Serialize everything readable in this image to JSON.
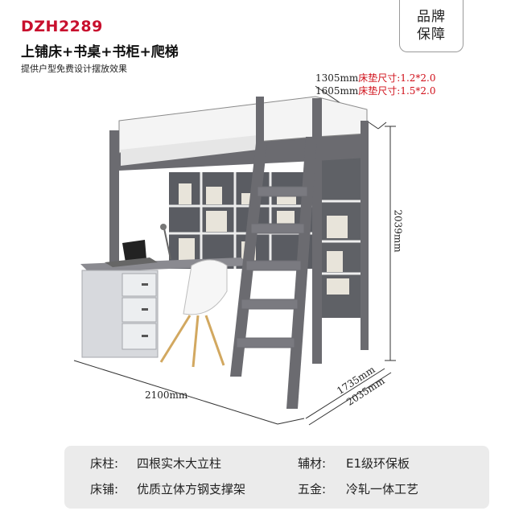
{
  "header": {
    "model_code": "DZH2289",
    "subtitle": "上铺床+书桌+书柜+爬梯",
    "note": "提供户型免费设计摆放效果"
  },
  "badge": {
    "line1": "品牌",
    "line2": "保障"
  },
  "dimensions": {
    "top_width_1": "1305mm",
    "mattress_1": "床垫尺寸:1.2*2.0",
    "top_width_2": "1605mm",
    "mattress_2": "床垫尺寸:1.5*2.0",
    "height": "2039mm",
    "length": "2100mm",
    "depth_1": "1735mm",
    "depth_2": "2035mm"
  },
  "specs": {
    "row1_label_a": "床柱:",
    "row1_value_a": "四根实木大立柱",
    "row1_label_b": "辅材:",
    "row1_value_b": "E1级环保板",
    "row2_label_a": "床铺:",
    "row2_value_a": "优质立体方钢支撑架",
    "row2_label_b": "五金:",
    "row2_value_b": "冷轧一体工艺"
  },
  "colors": {
    "frame_gray": "#6b6b70",
    "accent_red": "#c8102e",
    "spec_bg": "#ebebeb"
  }
}
